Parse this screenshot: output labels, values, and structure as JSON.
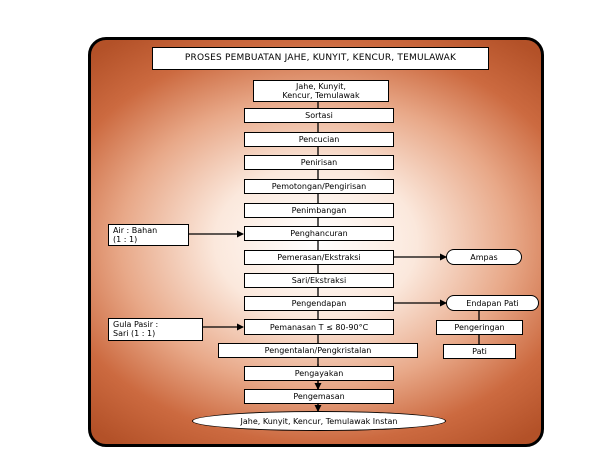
{
  "title": "PROSES PEMBUATAN JAHE, KUNYIT, KENCUR, TEMULAWAK",
  "main_steps": [
    "Jahe, Kunyit,\nKencur, Temulawak",
    "Sortasi",
    "Pencucian",
    "Penirisan",
    "Pemotongan/Pengirisan",
    "Penimbangan",
    "Penghancuran",
    "Pemerasan/Ekstraksi",
    "Sari/Ekstraksi",
    "Pengendapan",
    "Pemanasan T ≤ 80-90°C",
    "Pengentalan/Pengkristalan",
    "Pengayakan",
    "Pengemasan",
    "Jahe, Kunyit, Kencur, Temulawak Instan"
  ],
  "inputs": [
    "Air : Bahan\n(1 : 1)",
    "Gula Pasir :\nSari (1 : 1)"
  ],
  "outputs": {
    "ampas": "Ampas",
    "endapan_pati": "Endapan Pati",
    "pengeringan": "Pengeringan",
    "pati": "Pati"
  },
  "colors": {
    "background_center": "#ffffff",
    "background_edge": "#b35128",
    "line": "#000000"
  }
}
